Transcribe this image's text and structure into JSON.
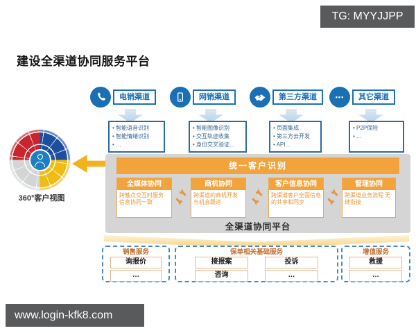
{
  "overlays": {
    "tg_badge": "TG: MYYJJPP",
    "site_badge": "www.login-kfk8.com"
  },
  "title": "建设全渠道协同服务平台",
  "customer_view": {
    "label": "360°客户视图"
  },
  "icons": {
    "ellipsis_glyph": "•••"
  },
  "channels": [
    {
      "label": "电销渠道",
      "icon": "phone-icon",
      "items": [
        "智能语音识别",
        "智能情绪识别",
        "…"
      ]
    },
    {
      "label": "网销渠道",
      "icon": "mobile-icon",
      "items": [
        "智能图像识别",
        "交互轨迹收集",
        "身份交叉验证…"
      ]
    },
    {
      "label": "第三方渠道",
      "icon": "handshake-icon",
      "items": [
        "页面集成",
        "第三方云开发",
        "API…"
      ]
    },
    {
      "label": "其它渠道",
      "icon": "ellipsis-icon",
      "items": [
        "P2P保险",
        "…"
      ]
    }
  ],
  "platform": {
    "unified_bar": "统一客户识别",
    "modules": [
      {
        "title": "全媒体协同",
        "desc": "跨触点交互时服务 信息协同一致"
      },
      {
        "title": "商机协同",
        "desc": "跨渠道的商机开发 与机会跟进"
      },
      {
        "title": "客户信息协同",
        "desc": "跨渠道客户全面信息的共享和同步"
      },
      {
        "title": "管理协同",
        "desc": "跨渠道业务流程 无缝衔接"
      }
    ],
    "caption": "全渠道协同平台"
  },
  "services": [
    {
      "title": "销售服务",
      "items": [
        "询报价",
        "…"
      ]
    },
    {
      "title": "保单相关基础服务",
      "items": [
        "接报案",
        "投诉",
        "咨询",
        "…"
      ]
    },
    {
      "title": "增值服务",
      "items": [
        "救援",
        "…"
      ]
    }
  ],
  "colors": {
    "brand_blue": "#1a6fb5",
    "accent_orange": "#f2a33c",
    "arrow_gold": "#f2b21d",
    "badge_gray": "#595a5c"
  }
}
